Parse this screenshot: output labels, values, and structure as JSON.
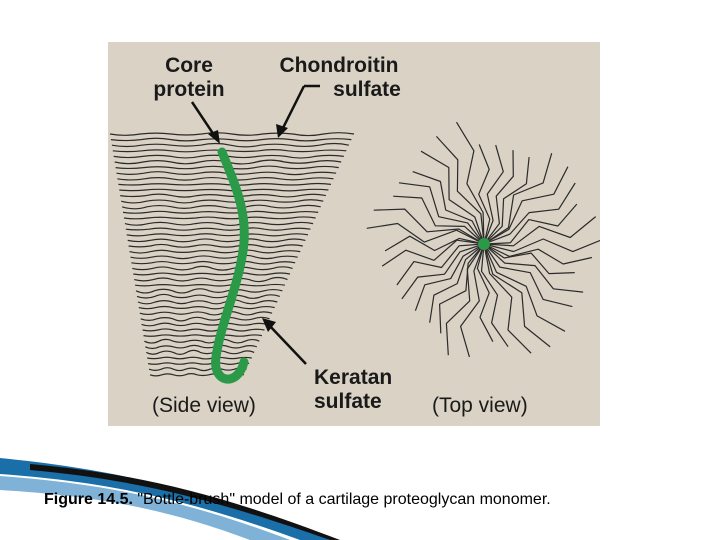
{
  "labels": {
    "core_protein_line1": "Core",
    "core_protein_line2": "protein",
    "chondroitin_line1": "Chondroitin",
    "chondroitin_line2": "sulfate",
    "keratan_line1": "Keratan",
    "keratan_line2": "sulfate",
    "side_view": "(Side view)",
    "top_view": "(Top view)"
  },
  "caption": {
    "figure_number": "Figure 14.5.",
    "text": " \"Bottle-brush\" model of a cartilage proteoglycan monomer."
  },
  "colors": {
    "panel_background": "#d9d2c5",
    "core_protein": "#2a9a48",
    "chains": "#2b2b2b",
    "slide_accent": "#1a6fa8"
  }
}
